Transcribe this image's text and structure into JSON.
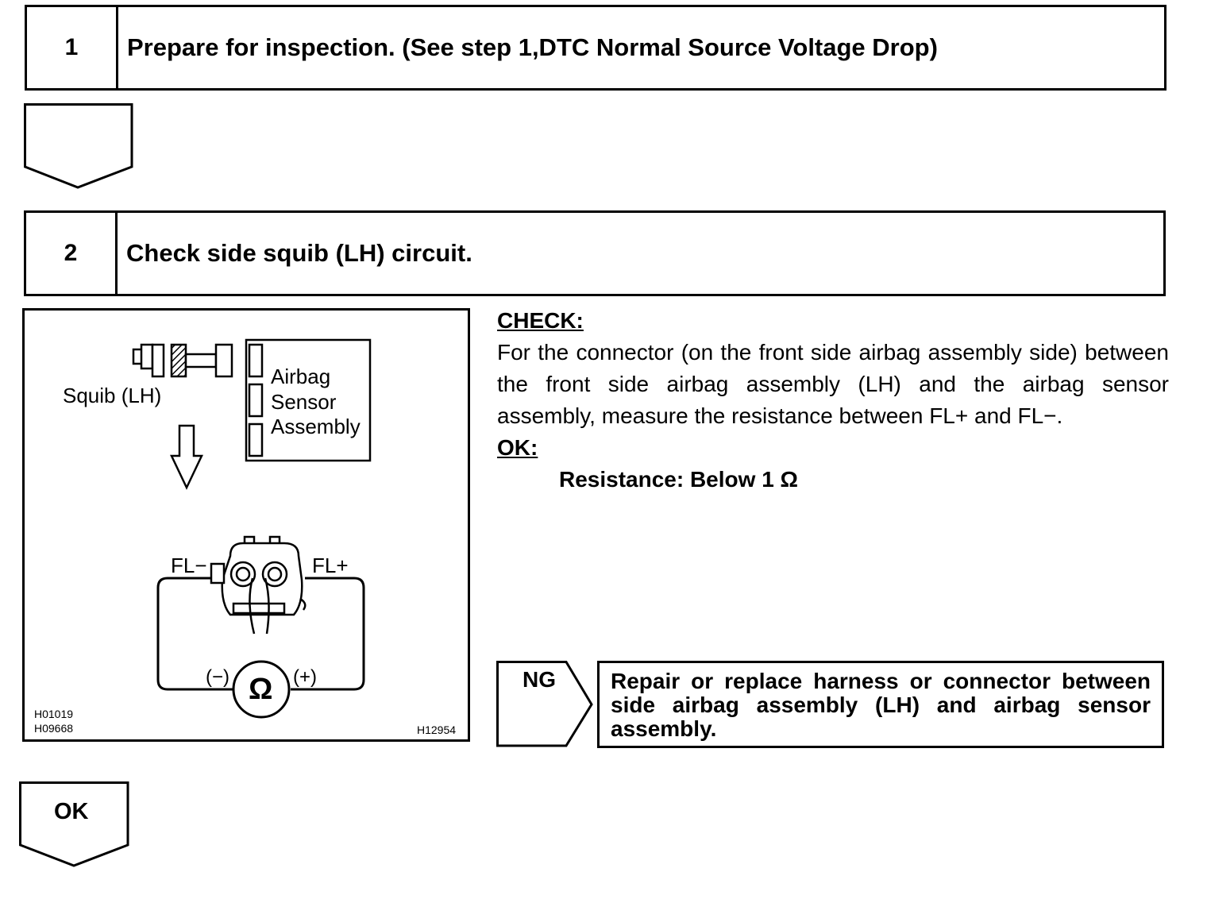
{
  "step1": {
    "number": "1",
    "title": "Prepare for inspection. (See step 1,DTC Normal Source Voltage Drop)"
  },
  "step2": {
    "number": "2",
    "title": "Check side squib (LH) circuit."
  },
  "diagram": {
    "squib_label": "Squib (LH)",
    "sensor_label_line1": "Airbag",
    "sensor_label_line2": "Sensor",
    "sensor_label_line3": "Assembly",
    "fl_minus": "FL−",
    "fl_plus": "FL+",
    "meter_minus": "(−)",
    "meter_plus": "(+)",
    "ohm_symbol": "Ω",
    "code_1": "H01019",
    "code_2": "H09668",
    "code_3": "H12954"
  },
  "check": {
    "heading": "CHECK:",
    "body": "For the connector (on the front side airbag assembly side) between the front side airbag assembly (LH) and the airbag sensor assembly, measure the resistance between FL+ and FL−.",
    "ok_heading": "OK:",
    "ok_value": "Resistance: Below 1 Ω"
  },
  "ng": {
    "label": "NG",
    "action": "Repair or replace harness or connector between side airbag assembly (LH) and airbag sensor assembly."
  },
  "ok_flow": {
    "label": "OK"
  }
}
